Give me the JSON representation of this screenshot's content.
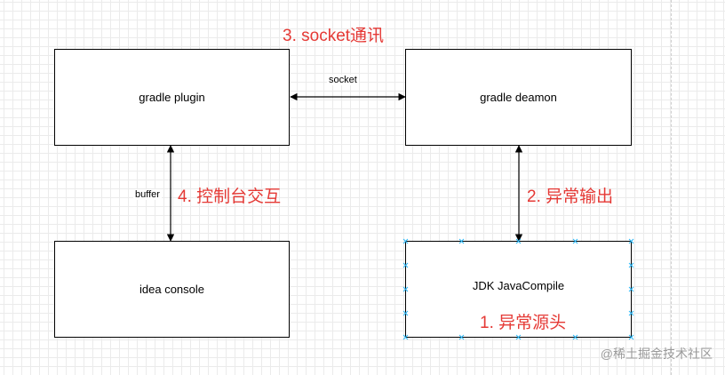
{
  "nodes": {
    "gradle_plugin": "gradle plugin",
    "gradle_deamon": "gradle deamon",
    "idea_console": "idea console",
    "jdk_javacompile": "JDK JavaCompile"
  },
  "edges": {
    "socket": "socket",
    "buffer": "buffer"
  },
  "annotations": {
    "step1": "1. 异常源头",
    "step2": "2. 异常输出",
    "step3": "3. socket通讯",
    "step4": "4. 控制台交互"
  },
  "watermark": "@稀土掘金技术社区",
  "colors": {
    "annotation": "#e53935",
    "selection_handle": "#29b6f6",
    "grid": "#ebebeb",
    "stroke": "#000000"
  }
}
